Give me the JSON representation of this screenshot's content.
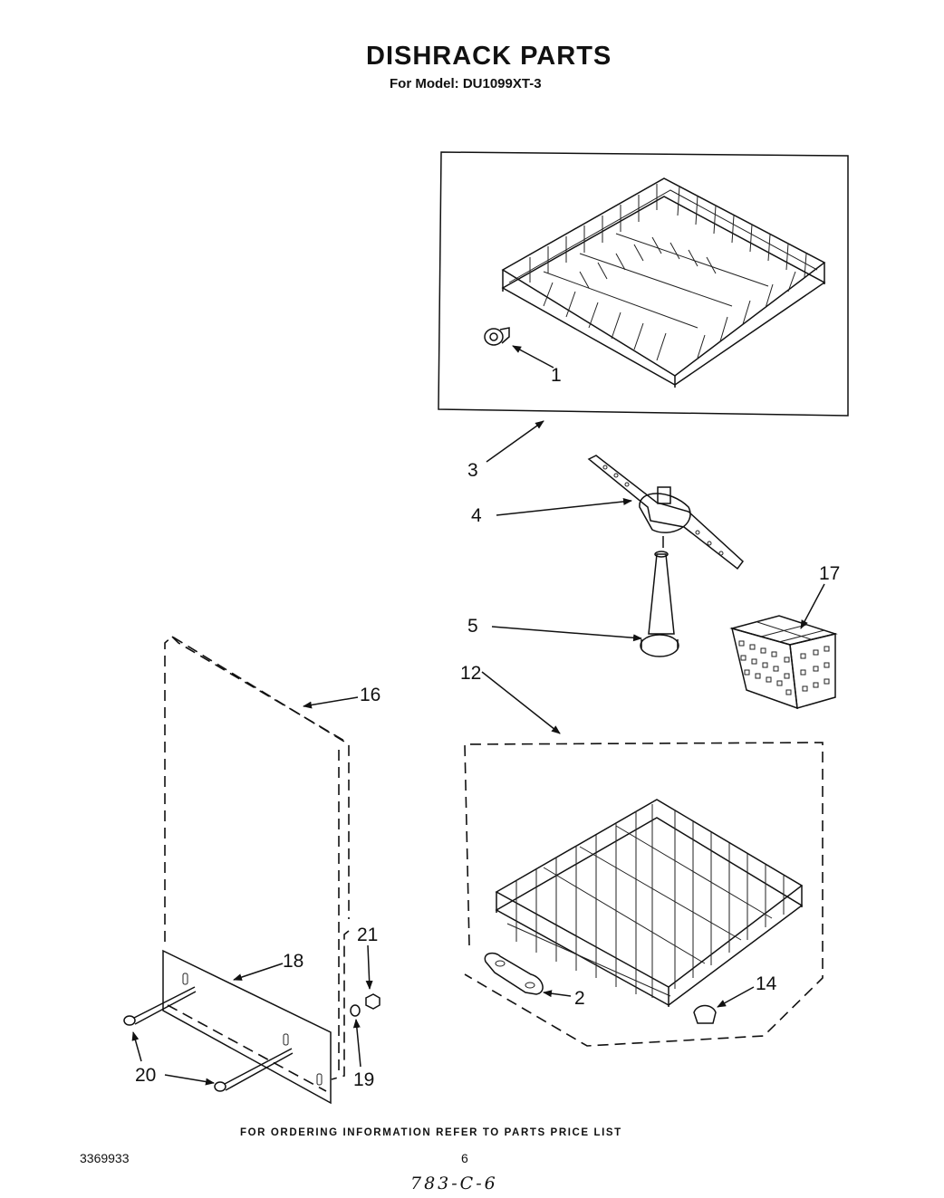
{
  "header": {
    "title": "DISHRACK PARTS",
    "subtitle": "For Model: DU1099XT-3"
  },
  "callouts": {
    "c1": "1",
    "c2": "2",
    "c3": "3",
    "c4": "4",
    "c5": "5",
    "c12": "12",
    "c14": "14",
    "c16": "16",
    "c17": "17",
    "c18": "18",
    "c19": "19",
    "c20": "20",
    "c21": "21"
  },
  "footer": {
    "note": "FOR ORDERING INFORMATION REFER TO PARTS PRICE LIST",
    "doc_number": "3369933",
    "page": "6",
    "handwritten": "783-C-6"
  }
}
